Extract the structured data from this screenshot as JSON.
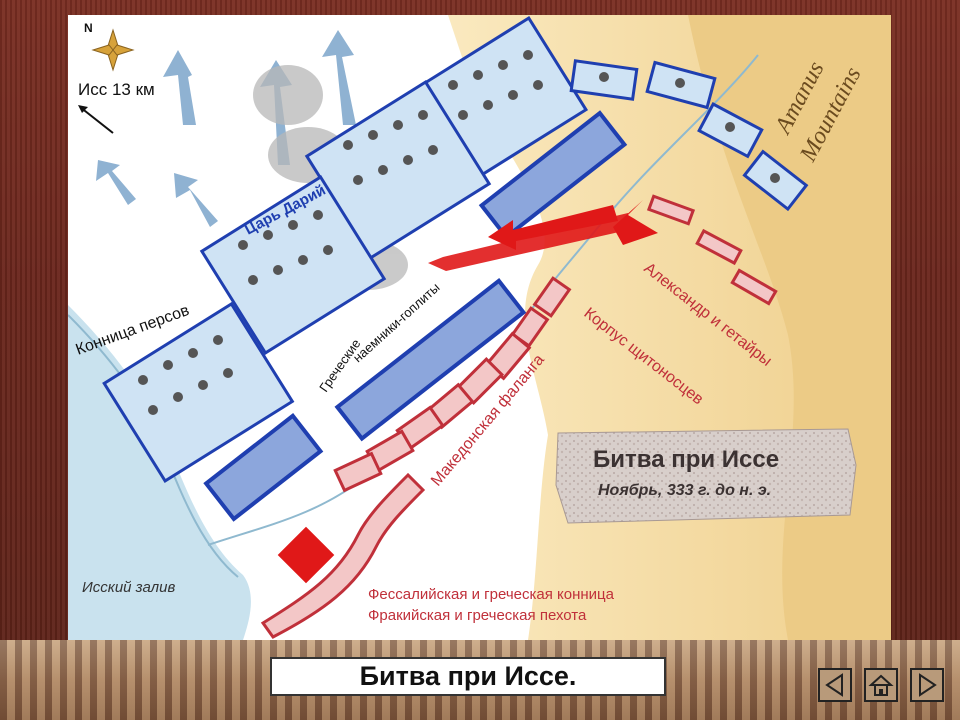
{
  "map": {
    "compass": {
      "north": "N"
    },
    "direction_label": "Исс 13 км",
    "labels": {
      "darius": "Царь Дарий",
      "persian_cavalry": "Конница персов",
      "greek_mercenaries_1": "Греческие",
      "greek_mercenaries_2": "наемники-гоплиты",
      "alexander": "Александр и гетайры",
      "hypaspists": "Корпус щитоносцев",
      "phalanx": "Македонская фаланга",
      "thessalian": "Фессалийская и греческая конница",
      "thracian": "Фракийская и греческая пехота",
      "gulf": "Исский залив",
      "mountains_1": "Amanus",
      "mountains_2": "Mountains"
    },
    "title_stone": {
      "title": "Битва при Иссе",
      "date": "Ноябрь, 333 г. до н. э."
    },
    "colors": {
      "sea": "#c9e2ee",
      "land": "#f6dfa8",
      "persian_blue": "#1f3fb0",
      "macedonian_red": "#c0303a",
      "arrow_blue": "#8fb2d2",
      "attack_red": "#e01818"
    }
  },
  "caption": "Битва при Иссе.",
  "nav": {
    "prev_icon": "arrow-left-icon",
    "home_icon": "home-icon",
    "next_icon": "arrow-right-icon"
  }
}
